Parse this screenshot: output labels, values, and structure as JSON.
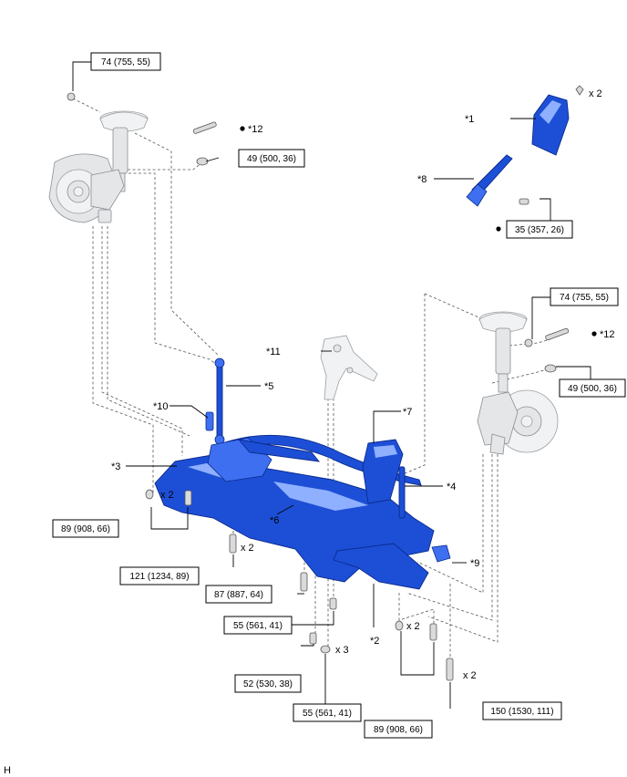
{
  "corner_mark": "H",
  "torque_labels": {
    "t1": "74 (755, 55)",
    "t2": "49 (500, 36)",
    "t3": "35 (357, 26)",
    "t4": "74 (755, 55)",
    "t5": "49 (500, 36)",
    "t6": "89 (908, 66)",
    "t7": "121 (1234, 89)",
    "t8": "87 (887, 64)",
    "t9": "55 (561, 41)",
    "t10": "52 (530, 38)",
    "t11": "55 (561, 41)",
    "t12": "89 (908, 66)",
    "t13": "150 (1530, 111)"
  },
  "callouts": {
    "c1": "*1",
    "c2": "*2",
    "c3": "*3",
    "c4": "*4",
    "c5": "*5",
    "c6": "*6",
    "c7": "*7",
    "c8": "*8",
    "c9": "*9",
    "c10": "*10",
    "c11": "*11",
    "c12a": "*12",
    "c12b": "*12"
  },
  "quantities": {
    "q1": "x 2",
    "q2": "x 2",
    "q3": "x 2",
    "q4": "x 3",
    "q5": "x 2",
    "q6": "x 2"
  },
  "colors": {
    "highlight_part": "#1d4fd6",
    "other_part": "#e4e6e8",
    "leader_line": "#000000"
  },
  "icons": [
    "non-reusable-part-dot",
    "bolt",
    "nut",
    "washer-nut"
  ]
}
